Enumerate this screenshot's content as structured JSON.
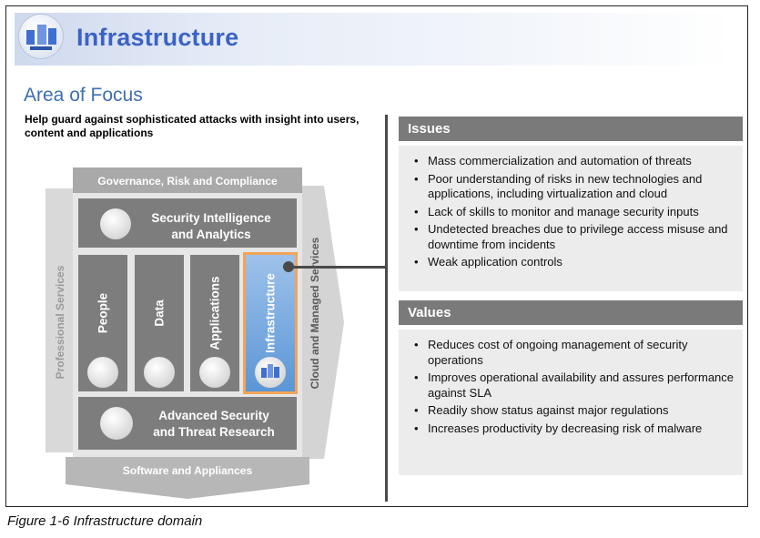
{
  "banner": {
    "title": "Infrastructure",
    "icon": "infrastructure-icon"
  },
  "area_of_focus": "Area of Focus",
  "tagline": "Help guard against sophisticated attacks with insight into users, content and applications",
  "diagram": {
    "top_band": "Governance, Risk and Compliance",
    "bottom_band": "Software and Appliances",
    "left_side": "Professional Services",
    "right_side": "Cloud and Managed Services",
    "security_intelligence": [
      "Security Intelligence",
      "and Analytics"
    ],
    "advanced_security": [
      "Advanced Security",
      "and Threat Research"
    ],
    "columns": [
      {
        "label": "People",
        "icon": "people-icon",
        "highlighted": false
      },
      {
        "label": "Data",
        "icon": "lock-icon",
        "highlighted": false
      },
      {
        "label": "Applications",
        "icon": "gear-icon",
        "highlighted": false
      },
      {
        "label": "Infrastructure",
        "icon": "infrastructure-icon",
        "highlighted": true
      }
    ],
    "highlight_color": "#f2a45a"
  },
  "issues": {
    "header": "Issues",
    "items": [
      "Mass commercialization and automation of threats",
      "Poor understanding of risks in new technologies and applications, including virtualization and cloud",
      "Lack of skills to monitor and manage security inputs",
      "Undetected breaches due to privilege access misuse and downtime from incidents",
      "Weak application controls"
    ]
  },
  "values": {
    "header": "Values",
    "items": [
      "Reduces cost of ongoing management of security operations",
      "Improves operational availability and assures performance against SLA",
      "Readily show status against major regulations",
      "Increases productivity by decreasing risk of malware"
    ]
  },
  "caption": "Figure 1-6   Infrastructure domain"
}
